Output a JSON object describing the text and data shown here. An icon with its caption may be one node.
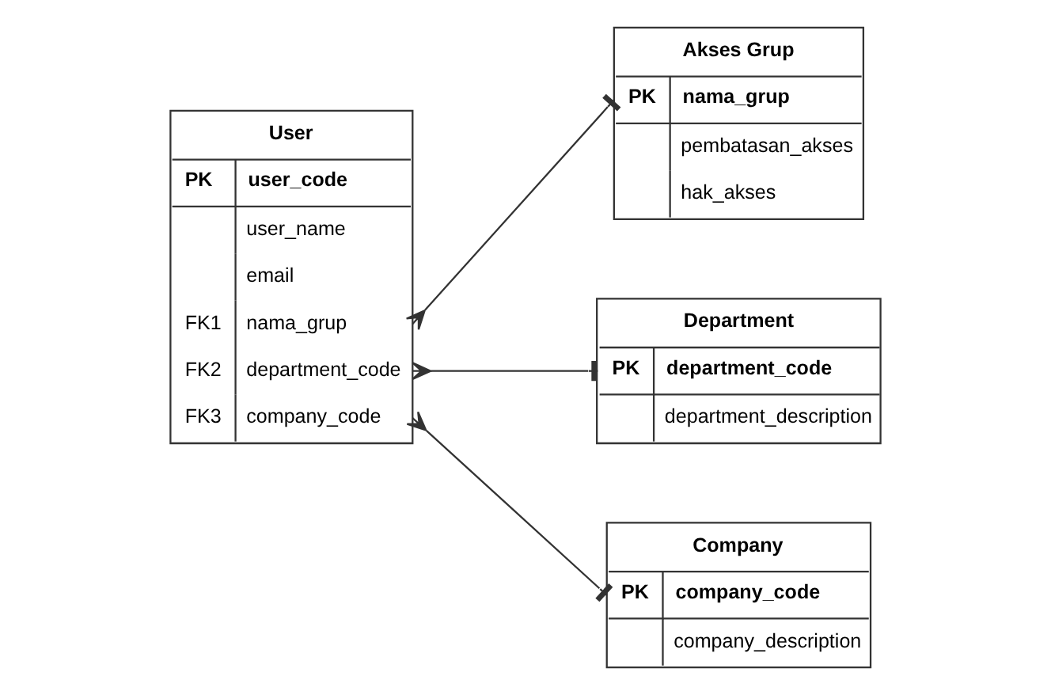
{
  "diagram": {
    "nodes": [
      {
        "text": [
          "User",
          "PK",
          "user_code",
          "user_name",
          "email",
          "FK1",
          "nama_grup",
          "FK2",
          "department_code",
          "FK3",
          "company_code"
        ]
      },
      {
        "text": [
          "Akses Grup",
          "PK",
          "nama_grup",
          "pembatasan_akses",
          "hak_akses"
        ]
      },
      {
        "text": [
          "Department",
          "PK",
          "department_code",
          "department_description"
        ]
      },
      {
        "text": [
          "Company",
          "PK",
          "company_code",
          "company_description"
        ]
      }
    ],
    "edges": [
      {
        "from": 0,
        "to": 1,
        "arrow": "other"
      },
      {
        "from": 0,
        "to": 2,
        "arrow": "other"
      },
      {
        "from": 0,
        "to": 3,
        "arrow": "other"
      }
    ]
  }
}
